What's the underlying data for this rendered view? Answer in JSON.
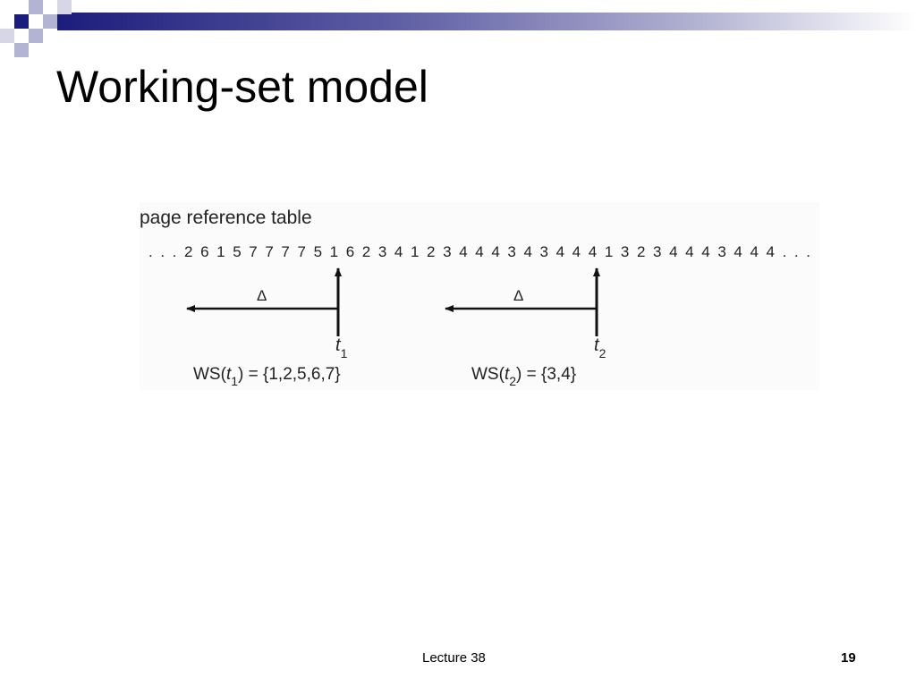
{
  "slide": {
    "title": "Working-set model",
    "footer_label": "Lecture 38",
    "page_number": "19"
  },
  "diagram": {
    "caption": "page reference table",
    "sequence": ". . . 2 6 1 5 7 7 7 7 5 1 6 2 3 4 1 2 3 4 4 4 3 4 3 4 4 4 1 3 2 3 4 4 4 3 4 4 4 . . .",
    "delta_symbol": "Δ",
    "marker_1": {
      "time_letter": "t",
      "time_sub": "1",
      "ws_prefix": "WS(",
      "ws_letter": "t",
      "ws_sub": "1",
      "ws_suffix": ") = {1,2,5,6,7}"
    },
    "marker_2": {
      "time_letter": "t",
      "time_sub": "2",
      "ws_prefix": "WS(",
      "ws_letter": "t",
      "ws_sub": "2",
      "ws_suffix": ") = {3,4}"
    }
  },
  "colors": {
    "header_dark": "#1c1c7c",
    "header_light": "#b3b3d3"
  }
}
